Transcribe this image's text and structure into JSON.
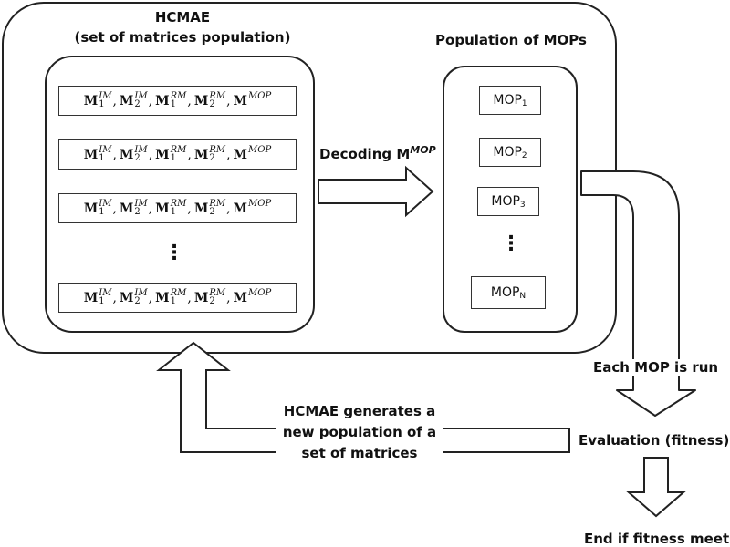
{
  "hcmae": {
    "title": "HCMAE",
    "subtitle": "(set of matrices population)",
    "row_terms": [
      {
        "base": "M",
        "sup": "IM",
        "sub": "1"
      },
      {
        "base": "M",
        "sup": "IM",
        "sub": "2"
      },
      {
        "base": "M",
        "sup": "RM",
        "sub": "1"
      },
      {
        "base": "M",
        "sup": "RM",
        "sub": "2"
      },
      {
        "base": "M",
        "sup": "MOP",
        "sub": ""
      }
    ],
    "ellipsis": "⋮"
  },
  "population": {
    "title": "Population of MOPs",
    "items": [
      {
        "label": "MOP",
        "sub": "1"
      },
      {
        "label": "MOP",
        "sub": "2"
      },
      {
        "label": "MOP",
        "sub": "3"
      },
      {
        "label": "MOP",
        "sub": "N"
      }
    ],
    "ellipsis": "⋮"
  },
  "decoding": {
    "label": "Decoding M",
    "sup": "MOP"
  },
  "run_label": "Each MOP is run",
  "evaluation_label": "Evaluation (fitness)",
  "end_label": "End if fitness meets",
  "feedback_label": [
    "HCMAE generates a",
    "new population of a",
    "set of matrices"
  ]
}
